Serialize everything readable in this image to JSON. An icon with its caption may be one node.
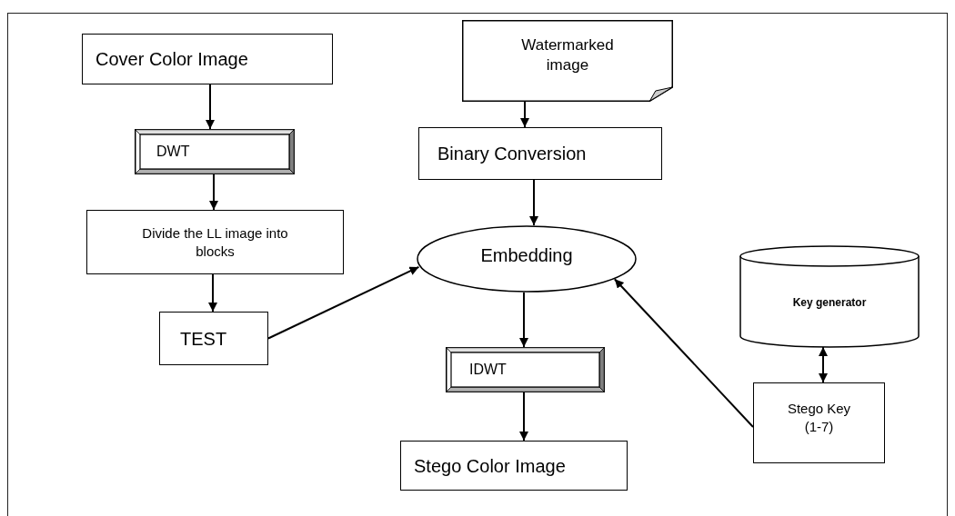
{
  "diagram": {
    "nodes": [
      {
        "text": [
          "Cover Color Image"
        ]
      },
      {
        "text": [
          "DWT"
        ]
      },
      {
        "text": [
          "Divide the LL image into blocks"
        ]
      },
      {
        "text": [
          "TEST"
        ]
      },
      {
        "text": [
          "Watermarked image"
        ]
      },
      {
        "text": [
          "Binary Conversion"
        ]
      },
      {
        "text": [
          "Embedding"
        ]
      },
      {
        "text": [
          "IDWT"
        ]
      },
      {
        "text": [
          "Stego Color Image"
        ]
      },
      {
        "text": [
          "Key generator"
        ]
      },
      {
        "text": [
          "Stego Key (1-7)"
        ]
      }
    ],
    "edges": [
      {
        "from": 0,
        "to": 1,
        "arrow": "to"
      },
      {
        "from": 1,
        "to": 2,
        "arrow": "to"
      },
      {
        "from": 2,
        "to": 3,
        "arrow": "to"
      },
      {
        "from": 3,
        "to": 6,
        "arrow": "to"
      },
      {
        "from": 4,
        "to": 5,
        "arrow": "to"
      },
      {
        "from": 5,
        "to": 6,
        "arrow": "to"
      },
      {
        "from": 6,
        "to": 7,
        "arrow": "to"
      },
      {
        "from": 7,
        "to": 8,
        "arrow": "to"
      },
      {
        "from": 10,
        "to": 6,
        "arrow": "to"
      },
      {
        "from": 9,
        "to": 10,
        "arrow": "both"
      }
    ]
  }
}
